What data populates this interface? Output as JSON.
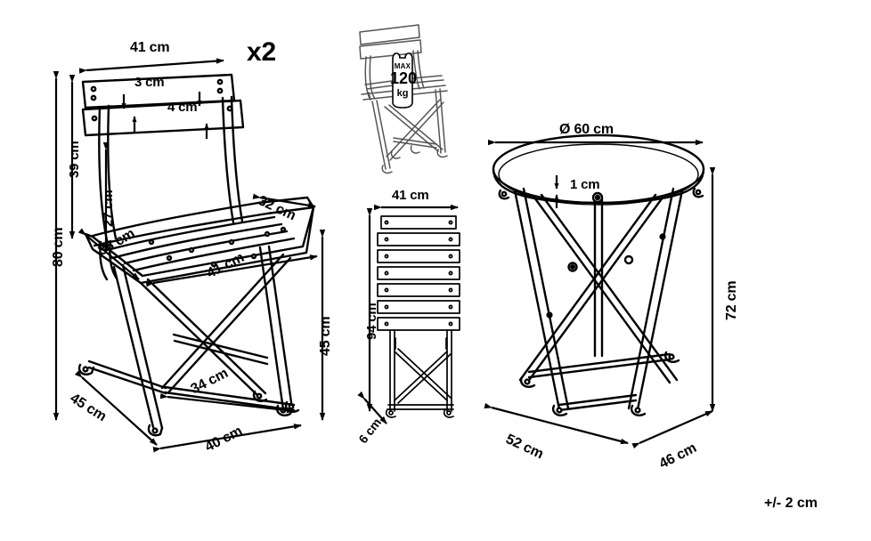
{
  "document": {
    "type": "product-dimension-drawing",
    "subject": "Folding bistro set — 2 chairs and 1 round table",
    "tolerance_note": "+/- 2 cm",
    "line_color": "#000000",
    "fill_color": "#ffffff",
    "background": "#ffffff"
  },
  "chair_main": {
    "quantity_badge": "x2",
    "dimensions": {
      "overall_width": "41 cm",
      "top_slat_height": "3 cm",
      "lower_slat_height": "4 cm",
      "backrest_height": "39 cm",
      "backrest_inner_height": "27 cm",
      "overall_height": "80 cm",
      "seat_depth_side": "36 cm",
      "seat_depth_right": "32 cm",
      "seat_width": "41 cm",
      "seat_height": "45 cm",
      "base_depth": "45 cm",
      "base_inner_width": "34 cm",
      "base_width": "40 cm"
    }
  },
  "chair_load": {
    "label_max": "MAX",
    "label_value": "120",
    "label_unit": "kg"
  },
  "chair_folded": {
    "dimensions": {
      "width": "41 cm",
      "height": "94 cm",
      "depth": "6 cm"
    }
  },
  "table": {
    "dimensions": {
      "top_diameter": "Ø 60 cm",
      "top_thickness": "1 cm",
      "height": "72 cm",
      "base_width": "52 cm",
      "base_depth": "46 cm"
    }
  }
}
